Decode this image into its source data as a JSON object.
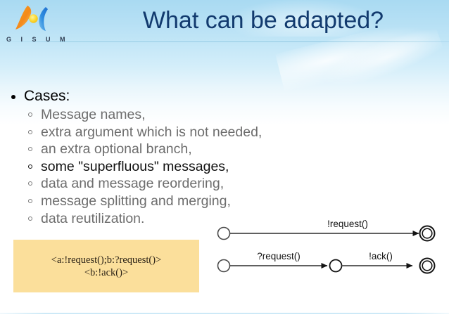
{
  "slide": {
    "title": "What can be adapted?",
    "logo": {
      "name": "gisum-logo",
      "wordmark": "G I S U M"
    }
  },
  "content": {
    "heading": "Cases:",
    "items": [
      {
        "text": "Message names,",
        "emphasized": false
      },
      {
        "text": "extra argument which is not needed,",
        "emphasized": false
      },
      {
        "text": "an extra optional branch,",
        "emphasized": false
      },
      {
        "text": "some \"superfluous\" messages,",
        "emphasized": true
      },
      {
        "text": "data and message reordering,",
        "emphasized": false
      },
      {
        "text": "message splitting and merging,",
        "emphasized": false
      },
      {
        "text": "data reutilization.",
        "emphasized": false
      }
    ]
  },
  "callout": {
    "line1": "<a:!request();b:?request()>",
    "line2": "<b:!ack()>",
    "background_color": "#fbdf9b"
  },
  "diagram": {
    "type": "state-machines",
    "machines": [
      {
        "name": "machine-top",
        "states": [
          {
            "id": "t0",
            "kind": "initial"
          },
          {
            "id": "t1",
            "kind": "final"
          }
        ],
        "transitions": [
          {
            "from": "t0",
            "to": "t1",
            "label": "!request()"
          }
        ]
      },
      {
        "name": "machine-bottom",
        "states": [
          {
            "id": "b0",
            "kind": "initial"
          },
          {
            "id": "b1",
            "kind": "intermediate"
          },
          {
            "id": "b2",
            "kind": "final"
          }
        ],
        "transitions": [
          {
            "from": "b0",
            "to": "b1",
            "label": "?request()"
          },
          {
            "from": "b1",
            "to": "b2",
            "label": "!ack()"
          }
        ]
      }
    ]
  },
  "theme": {
    "title_color": "#123a6e",
    "sky_top_color": "#a9daf2",
    "rule_color": "#96d2ee",
    "body_color": "#6d6d6d"
  }
}
